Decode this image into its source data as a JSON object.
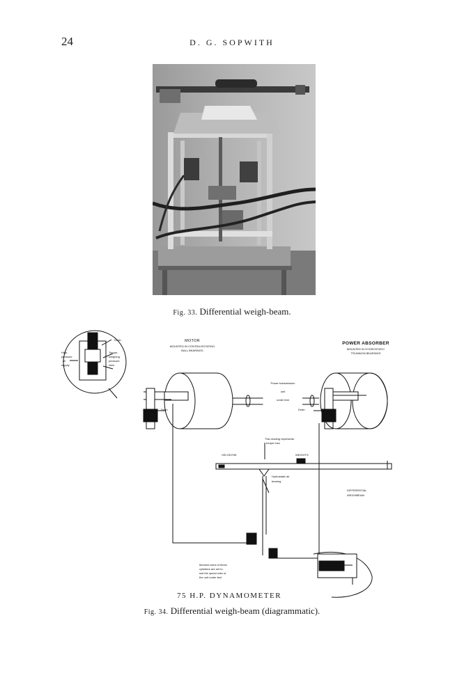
{
  "header": {
    "page_number": "24",
    "running_head": "D. G. SOPWITH"
  },
  "figure33": {
    "label": "Fig. 33.",
    "caption": "Differential weigh-beam."
  },
  "figure34": {
    "label": "Fig. 34.",
    "caption": "Differential weigh-beam (diagrammatic).",
    "diagram_title": "75 H.P. DYNAMOMETER",
    "labels": {
      "motor_title": "MOTOR",
      "motor_sub1": "MOUNTED IN CONTRA-ROTATING",
      "motor_sub2": "BALL BEARINGS",
      "absorber_title": "POWER ABSORBER",
      "absorber_sub1": "MOUNTED IN HYDROSTATIC",
      "absorber_sub2": "TRUNNION BEARINGS",
      "transmission1": "Power transmission",
      "transmission2": "unit",
      "transmission3": "under test",
      "drain_left": "Drain",
      "drain_right": "Drain",
      "reading1": "This reading represents",
      "reading2": "torque loss",
      "velodyne": "VELODYNE",
      "weights": "WEIGHTS",
      "pivot1": "Hydrostatic air",
      "pivot2": "bearing",
      "diff1": "DIFFERENTIAL",
      "diff2": "WEIGHBEAM",
      "note1": "Moment arms of these",
      "note2": "cylinders are set to",
      "note3": "suit the speed ratio of",
      "note4": "the unit under test",
      "inset_drain": "Drain",
      "inset_hp1": "High-",
      "inset_hp2": "pressure",
      "inset_hp3": "oil",
      "inset_hp4": "supply",
      "inset_tw1": "Torque-",
      "inset_tw2": "weighing",
      "inset_tw3": "pressure",
      "inset_tw4": "lines"
    }
  }
}
